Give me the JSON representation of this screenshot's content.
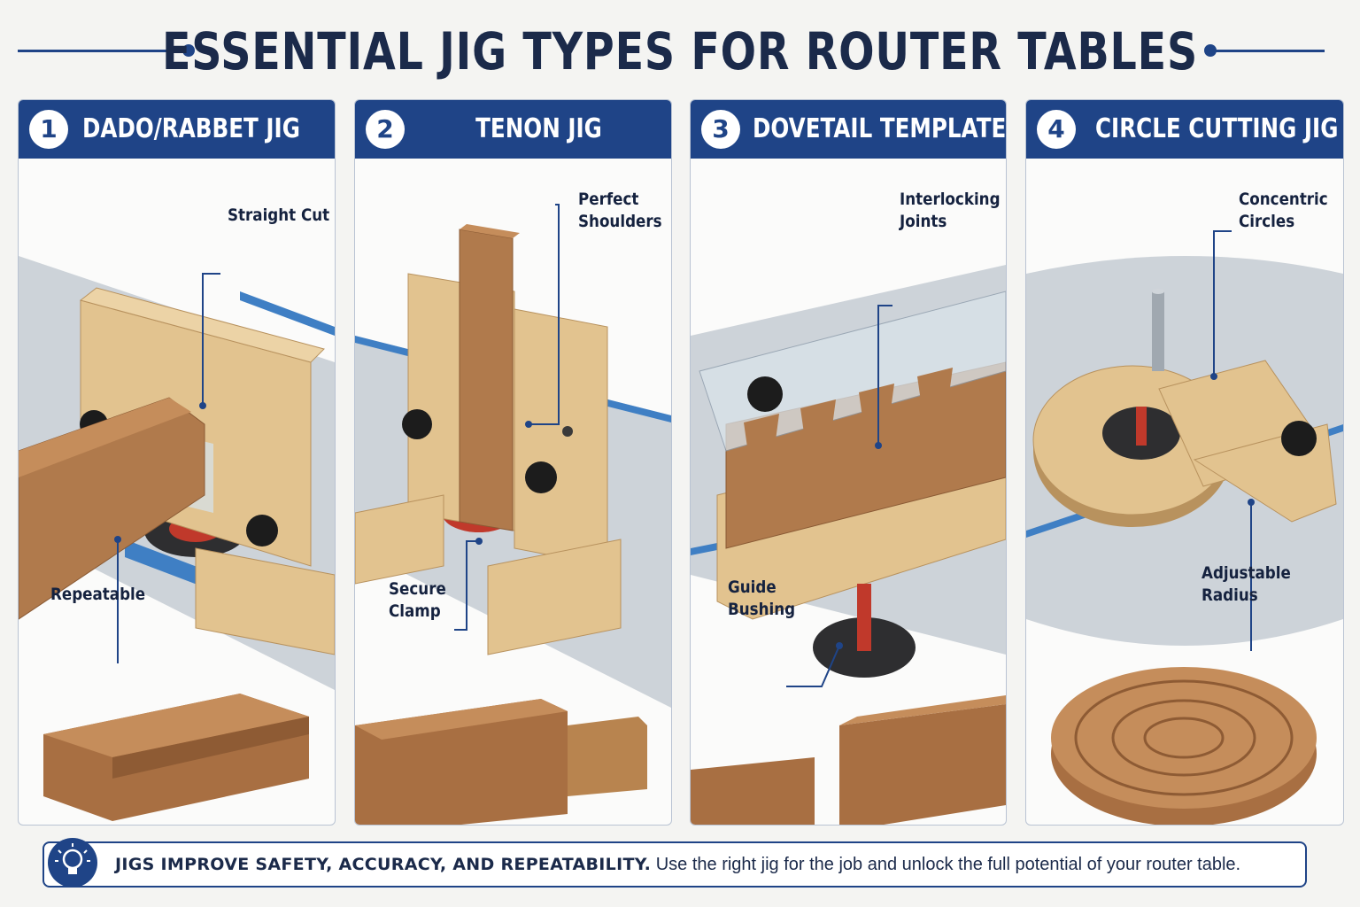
{
  "title": "ESSENTIAL JIG TYPES FOR ROUTER TABLES",
  "panels": [
    {
      "number": "1",
      "title": "DADO/RABBET JIG",
      "callouts": {
        "a": "Straight Cut",
        "b": "Repeatable"
      }
    },
    {
      "number": "2",
      "title": "TENON JIG",
      "callouts": {
        "a1": "Perfect",
        "a2": "Shoulders",
        "b1": "Secure",
        "b2": "Clamp"
      }
    },
    {
      "number": "3",
      "title": "DOVETAIL TEMPLATE",
      "callouts": {
        "a1": "Interlocking",
        "a2": "Joints",
        "b1": "Guide",
        "b2": "Bushing"
      }
    },
    {
      "number": "4",
      "title": "CIRCLE CUTTING JIG",
      "callouts": {
        "a1": "Concentric",
        "a2": "Circles",
        "b1": "Adjustable",
        "b2": "Radius"
      }
    }
  ],
  "footer": {
    "icon": "lightbulb-icon",
    "bold": "JIGS IMPROVE SAFETY, ACCURACY, AND REPEATABILITY.",
    "text": " Use the right jig for the job and unlock the full potential of your router table."
  },
  "colors": {
    "brand_blue": "#1f4487",
    "wood": "#b07a4c",
    "plywood": "#e2c38f",
    "steel": "#c9cfd6"
  }
}
